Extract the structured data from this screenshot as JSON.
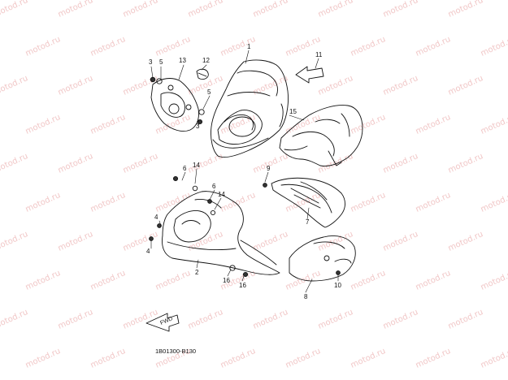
{
  "watermark": "motod.ru",
  "figure_code": "1B01300-B130",
  "fwd_label": "FWD",
  "callouts": {
    "c1": "1",
    "c2": "2",
    "c3a": "3",
    "c3b": "3",
    "c4a": "4",
    "c4b": "4",
    "c5a": "5",
    "c5b": "5",
    "c6a": "6",
    "c6b": "6",
    "c7": "7",
    "c8": "8",
    "c9": "9",
    "c10": "10",
    "c11": "11",
    "c12": "12",
    "c13": "13",
    "c14a": "14",
    "c14b": "14",
    "c15": "15",
    "c16a": "16",
    "c16b": "16"
  }
}
